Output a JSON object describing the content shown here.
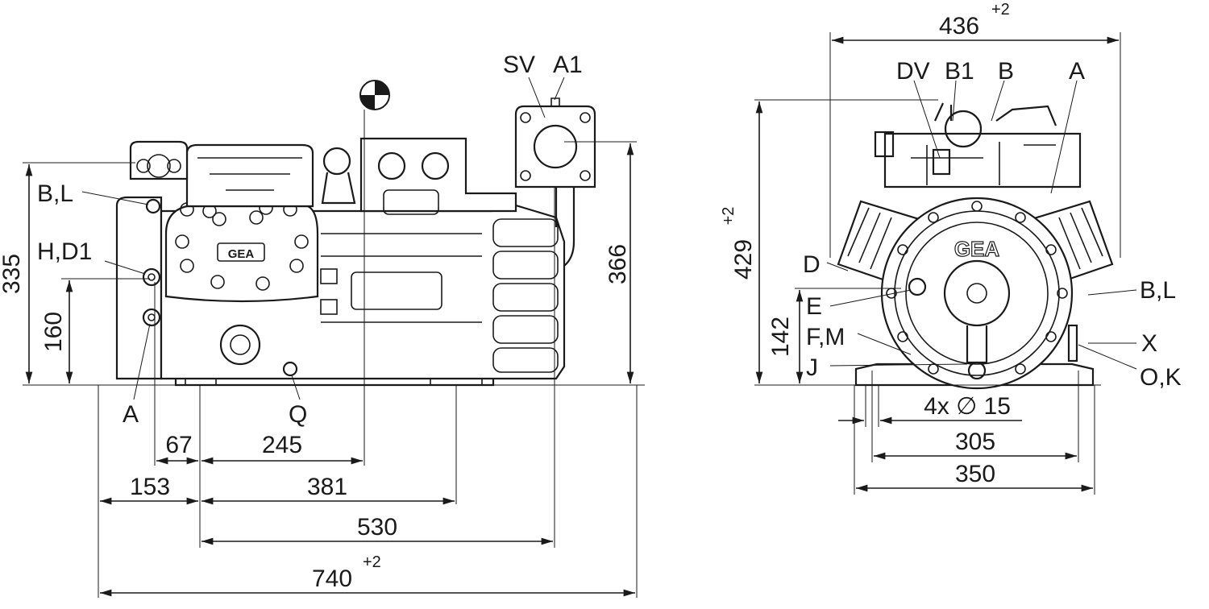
{
  "side_view": {
    "labels": {
      "bl": "B,L",
      "hd1": "H,D1",
      "a": "A",
      "q": "Q",
      "sv": "SV",
      "a1": "A1"
    },
    "dimensions": {
      "height_335": "335",
      "height_160": "160",
      "height_366": "366",
      "d67": "67",
      "d245": "245",
      "d153": "153",
      "d381": "381",
      "d530": "530",
      "d740": "740",
      "d740_tol": "+2"
    },
    "logo": "GEA"
  },
  "front_view": {
    "labels": {
      "dv": "DV",
      "b1": "B1",
      "b": "B",
      "a": "A",
      "d": "D",
      "e": "E",
      "fm": "F,M",
      "j": "J",
      "bl": "B,L",
      "x": "X",
      "ok": "O,K"
    },
    "dimensions": {
      "w436": "436",
      "w436_tol": "+2",
      "h429": "429",
      "h429_tol": "+2",
      "h142": "142",
      "holes": "4x ∅ 15",
      "w305": "305",
      "w350": "350"
    },
    "logo": "GEA"
  }
}
